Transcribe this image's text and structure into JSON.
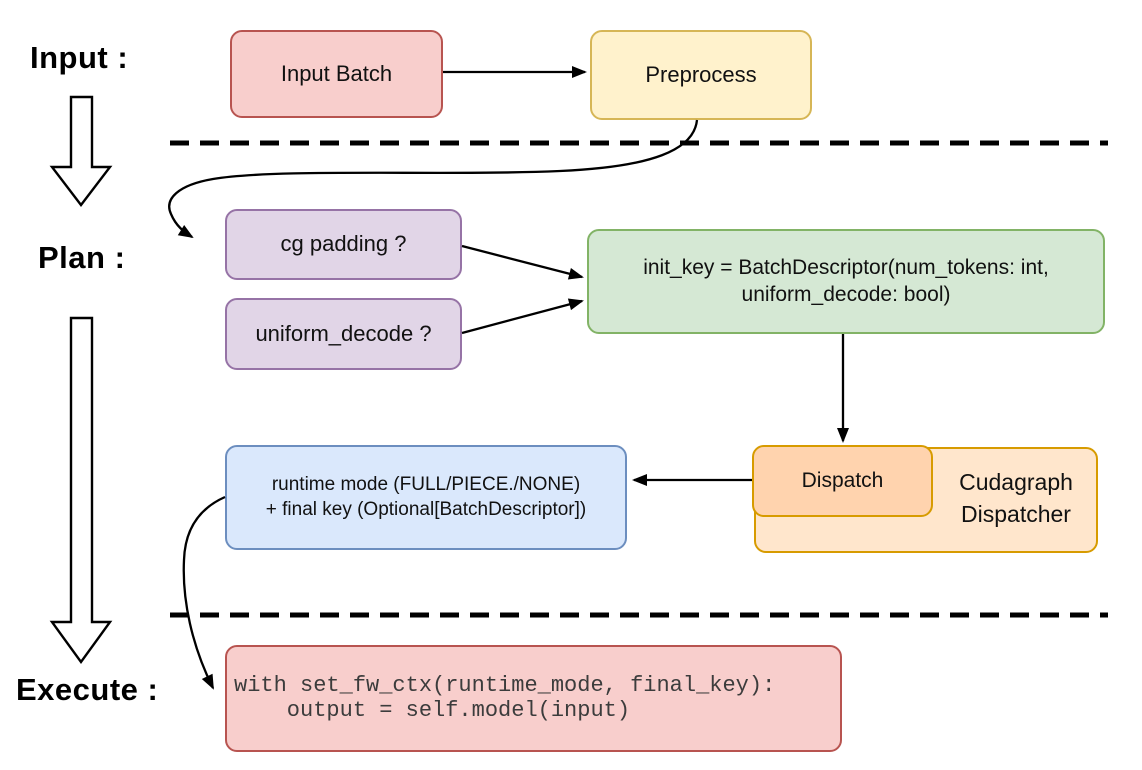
{
  "labels": {
    "input": "Input :",
    "plan": "Plan :",
    "execute": "Execute :"
  },
  "nodes": {
    "input_batch": {
      "label": "Input Batch",
      "fill": "#f8cecc",
      "stroke": "#b85450"
    },
    "preprocess": {
      "label": "Preprocess",
      "fill": "#fff2cc",
      "stroke": "#d6b656"
    },
    "cg_padding": {
      "label": "cg padding ?",
      "fill": "#e1d5e7",
      "stroke": "#9673a6"
    },
    "uniform_decode": {
      "label": "uniform_decode ?",
      "fill": "#e1d5e7",
      "stroke": "#9673a6"
    },
    "init_key": {
      "line1": "init_key = BatchDescriptor(num_tokens: int,",
      "line2": "uniform_decode: bool)",
      "fill": "#d5e8d4",
      "stroke": "#82b366"
    },
    "dispatch": {
      "label": "Dispatch",
      "fill": "#ffd3ae",
      "stroke": "#d79b00"
    },
    "cudagraph_dispatcher": {
      "line1": "Cudagraph",
      "line2": "Dispatcher",
      "fill": "#ffe6cc",
      "stroke": "#d79b00"
    },
    "runtime_mode": {
      "line1": "runtime mode (FULL/PIECE./NONE)",
      "line2": "+ final key (Optional[BatchDescriptor])",
      "fill": "#dae8fc",
      "stroke": "#6c8ebf"
    },
    "execute_code": {
      "line1": "with set_fw_ctx(runtime_mode, final_key):",
      "line2": "    output = self.model(input)",
      "fill": "#f8cecc",
      "stroke": "#b85450"
    }
  },
  "connector_color": "#000000"
}
